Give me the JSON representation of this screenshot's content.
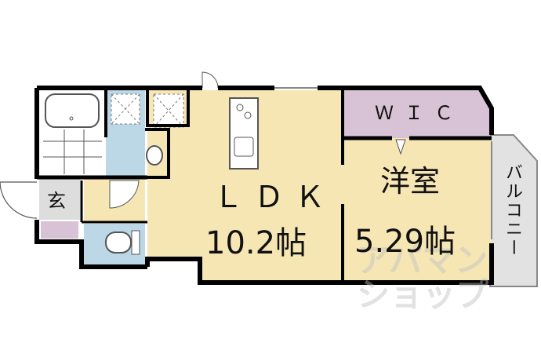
{
  "rooms": {
    "ldk": {
      "label": "ＬＤＫ",
      "area": "10.2帖"
    },
    "western_room": {
      "label": "洋室",
      "area": "5.29帖"
    },
    "wic": {
      "label": "ＷＩＣ"
    },
    "entrance": {
      "label": "玄"
    },
    "balcony": {
      "label": "バルコニー"
    }
  },
  "watermark": "アパマンショップ",
  "colors": {
    "living": "#f6e6b4",
    "wet": "#bcd8e6",
    "storage": "#d8c2d6",
    "balcony": "#e2e2e2",
    "wall": "#000000"
  }
}
